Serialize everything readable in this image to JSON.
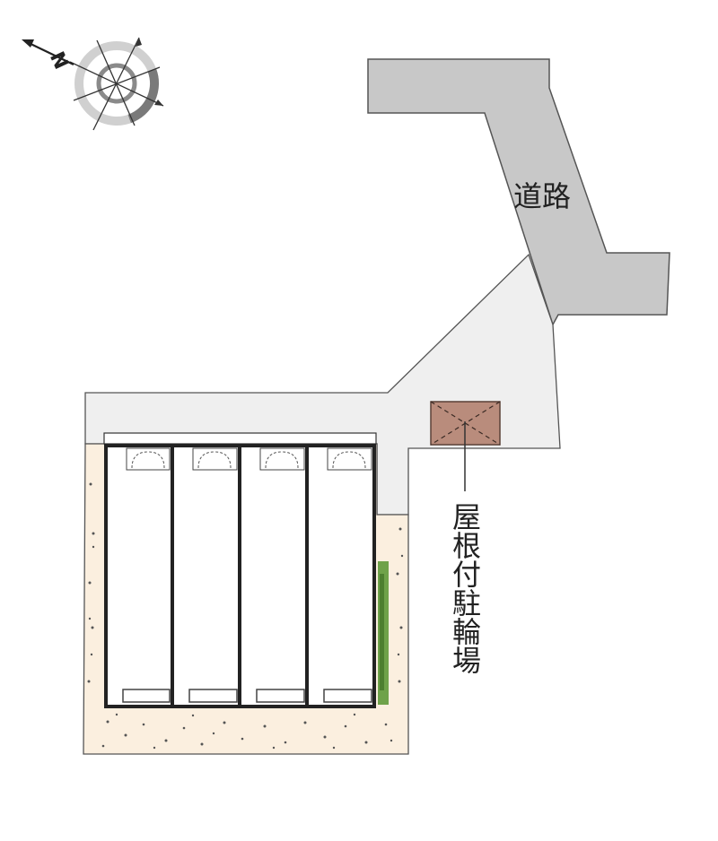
{
  "labels": {
    "road": "道路",
    "bicycle_parking": "屋根付駐輪場",
    "north_mark": "N"
  },
  "units": [
    "unit-1",
    "unit-2",
    "unit-3",
    "unit-4"
  ],
  "colors": {
    "road": "#c8c8c8",
    "paved_area": "#efefef",
    "garden": "#fbefdf",
    "bicycle_parking": "#b98c7c",
    "hedge": "#6fa24a",
    "outline": "#333333"
  },
  "icons": {
    "compass": "compass-rose-icon"
  }
}
